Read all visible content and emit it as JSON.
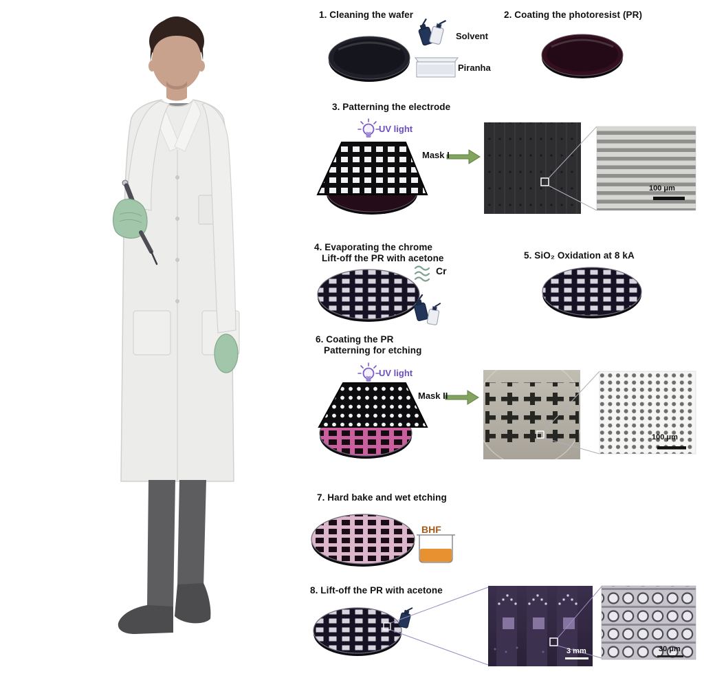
{
  "figure": {
    "description_colors": {
      "uv_purple": "#6b4ec2",
      "arrow_green": "#83a45f",
      "bhf_orange": "#a55a17",
      "glove_green": "#a2c6a9",
      "coat_white": "#ececea"
    }
  },
  "steps": {
    "s1": {
      "title": "1. Cleaning the wafer",
      "solvent_label": "Solvent",
      "piranha_label": "Piranha"
    },
    "s2": {
      "title": "2. Coating the photoresist (PR)"
    },
    "s3": {
      "title": "3. Patterning the electrode",
      "uv_label": "UV light",
      "mask_label": "Mask I",
      "scale_label": "100 μm"
    },
    "s4": {
      "title_line1": "4. Evaporating the chrome",
      "title_line2": "Lift-off the PR with acetone",
      "cr_label": "Cr"
    },
    "s5": {
      "title": "5. SiO₂ Oxidation at 8 kA"
    },
    "s6": {
      "title_line1": "6. Coating the PR",
      "title_line2": "Patterning for etching",
      "uv_label": "UV light",
      "mask_label": "Mask II",
      "scale_label": "100 μm"
    },
    "s7": {
      "title": "7. Hard bake and wet etching",
      "bhf_label": "BHF"
    },
    "s8": {
      "title": "8. Lift-off the PR with acetone",
      "scale_photo_label": "3 mm",
      "scale_zoom_label": "30 μm"
    }
  }
}
